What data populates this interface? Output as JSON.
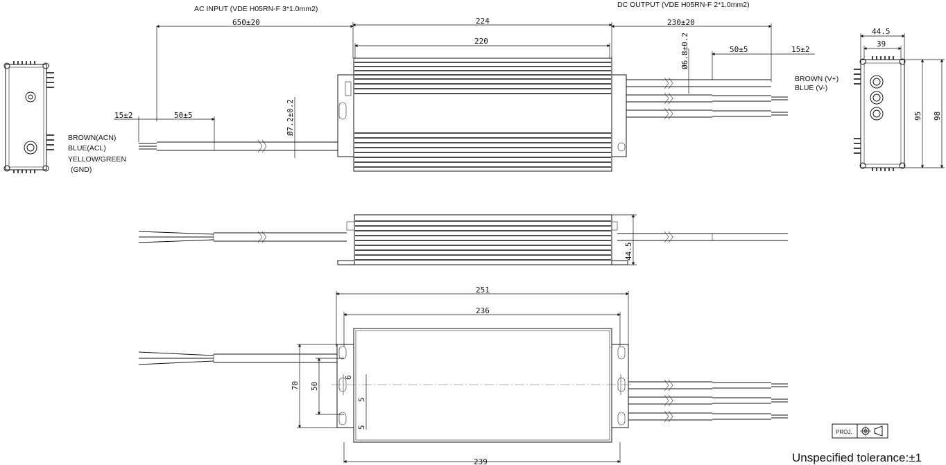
{
  "labels": {
    "ac_input": "AC INPUT  (VDE H05RN-F  3*1.0mm2)",
    "dc_output": "DC OUTPUT (VDE H05RN-F  2*1.0mm2)",
    "brown_acn": "BROWN(ACN)",
    "blue_acl": "BLUE(ACL)",
    "yellow_green": "YELLOW/GREEN",
    "gnd": "(GND)",
    "brown_vplus": "BROWN (V+)",
    "blue_vminus": "BLUE (V-)",
    "proj": "PROJ.",
    "tolerance": "Unspecified tolerance:±1"
  },
  "dimensions": {
    "top_len_224": "224",
    "top_len_220": "220",
    "ac_cable": "650±20",
    "dc_cable": "230±20",
    "ac_strip": "15±2",
    "ac_jacket": "50±5",
    "ac_dia": "Ø7.2±0.2",
    "dc_dia": "Ø6.8±0.2",
    "dc_jacket": "50±5",
    "dc_strip": "15±2",
    "end_w1": "44.5",
    "end_w2": "39",
    "end_h1": "95",
    "end_h2": "98",
    "side_h": "44.5",
    "bottom_251": "251",
    "bottom_236": "236",
    "bottom_239": "239",
    "mount_70": "70",
    "mount_50": "50",
    "mount_5a": "5",
    "mount_5b": "5",
    "hole_6": "6"
  }
}
